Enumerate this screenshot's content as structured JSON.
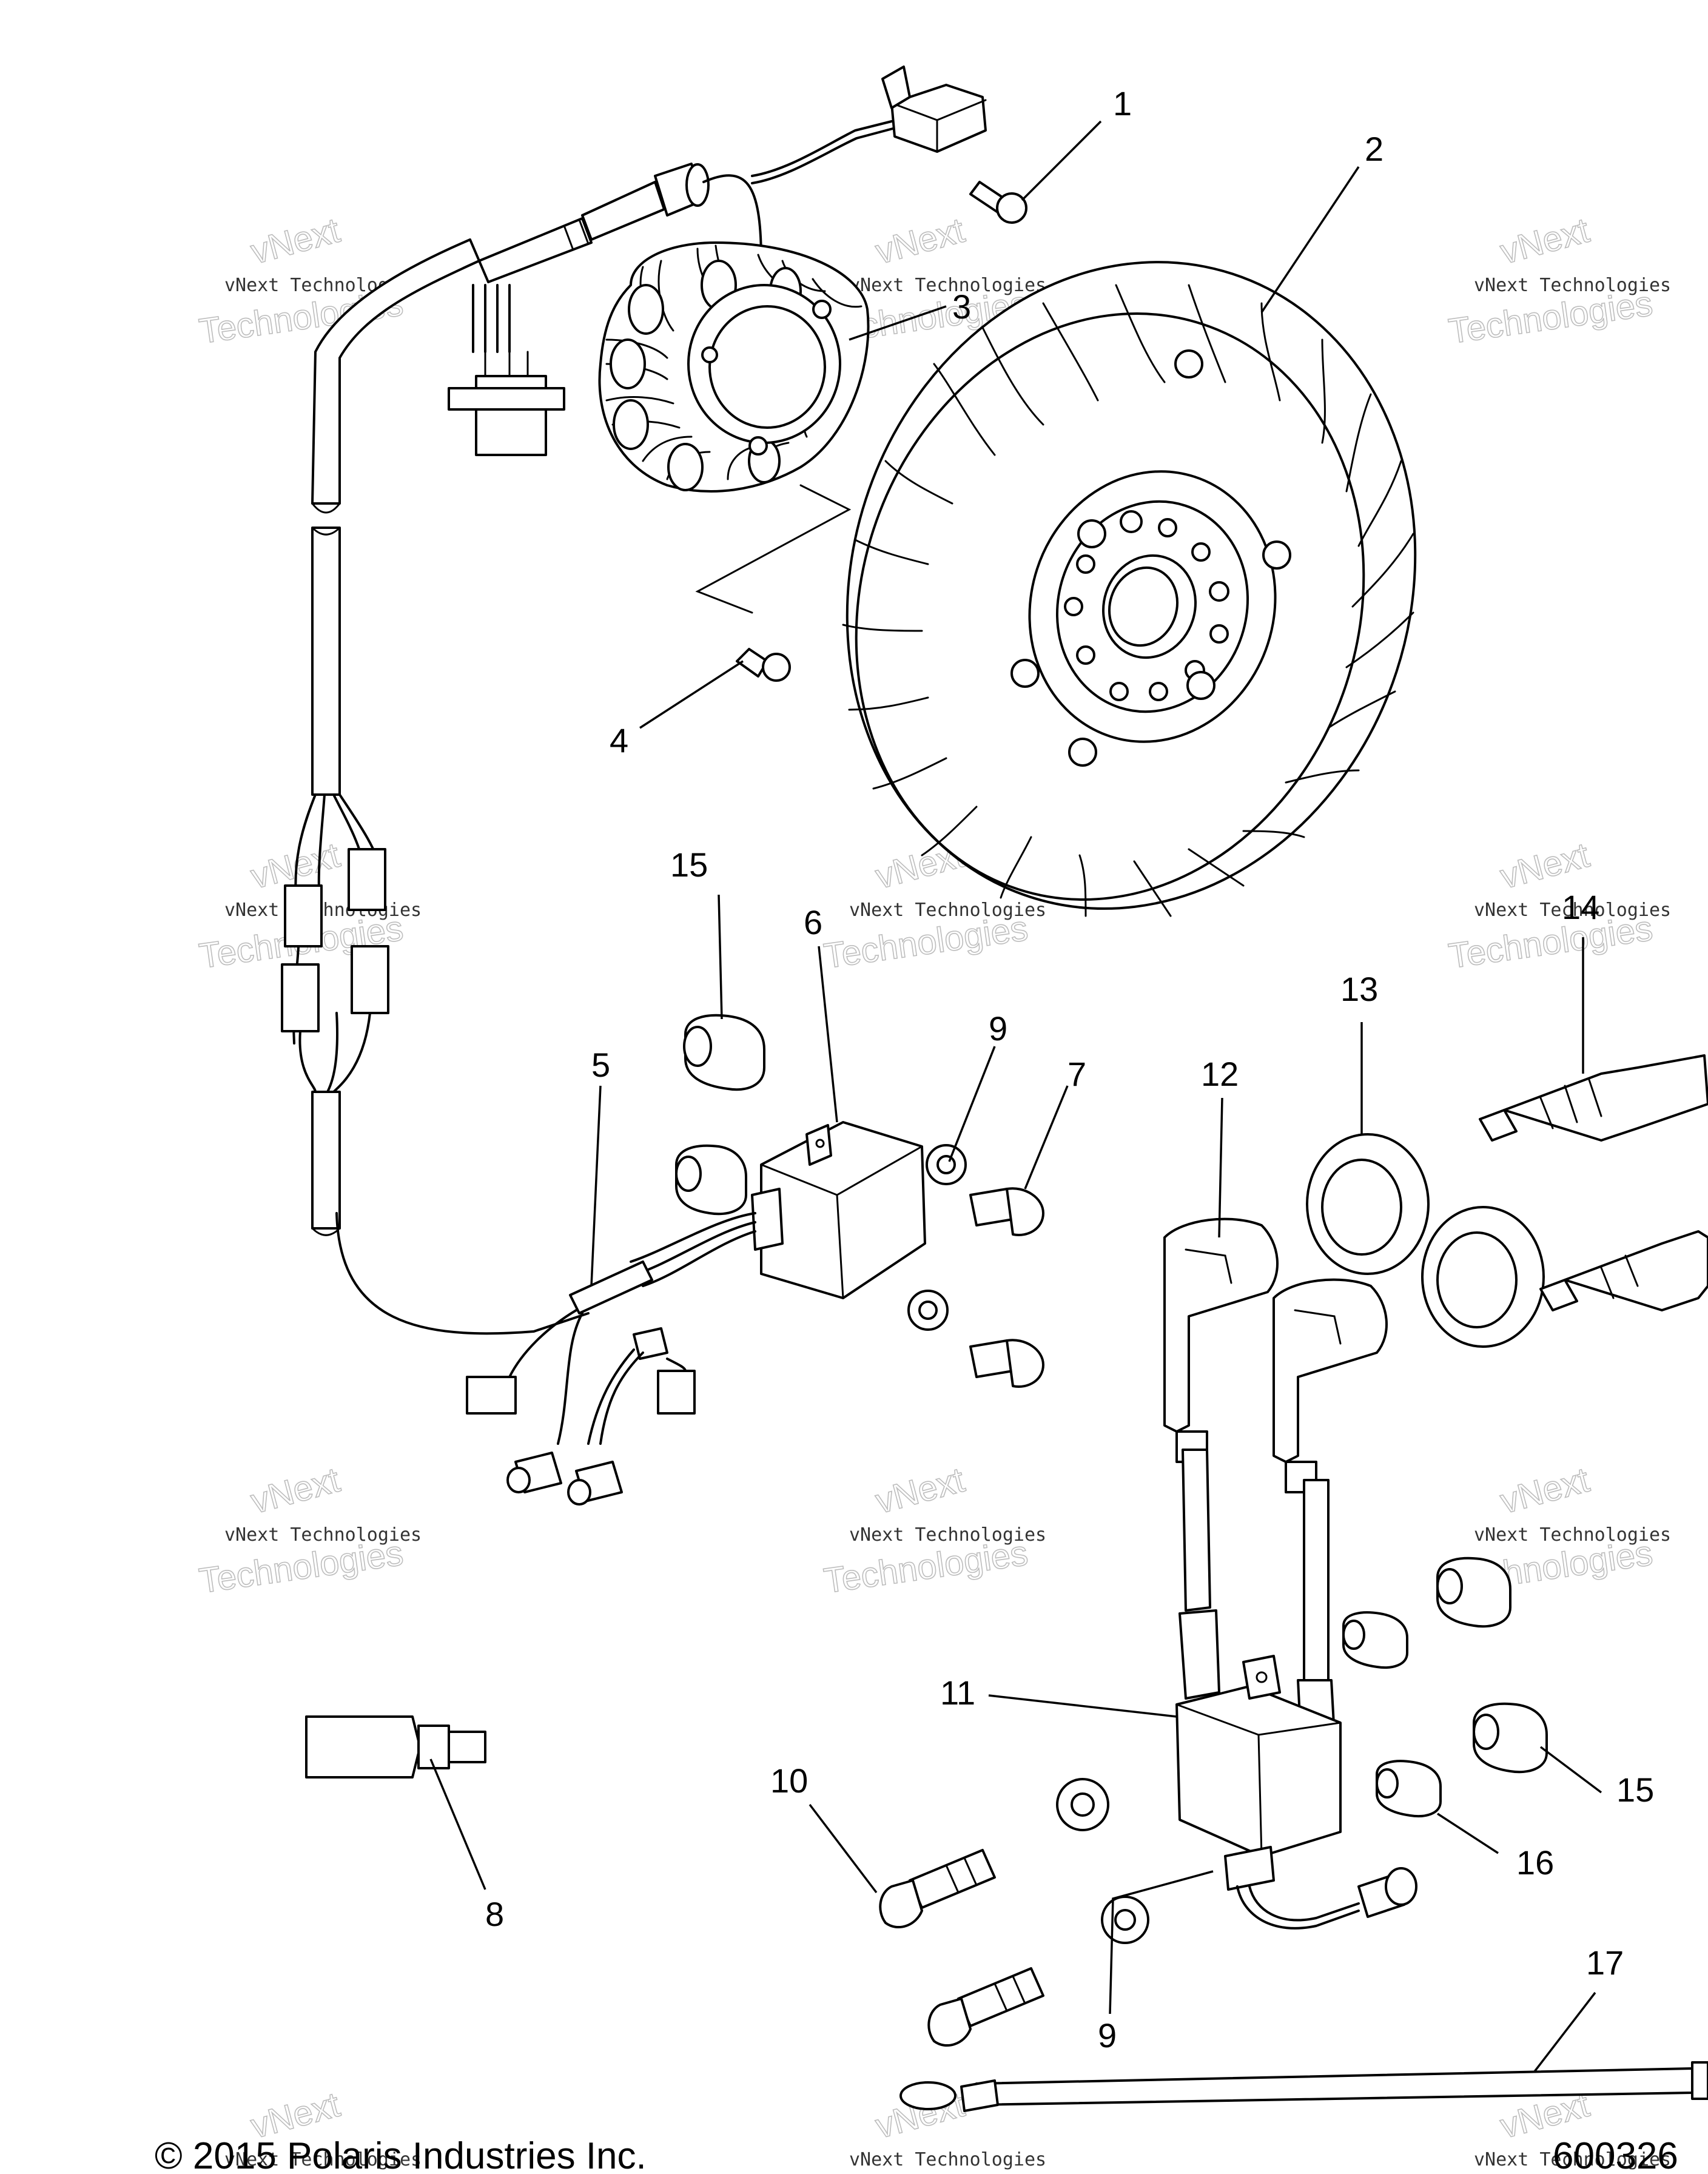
{
  "callouts": [
    "1",
    "2",
    "3",
    "4",
    "5",
    "6",
    "7",
    "8",
    "9",
    "9",
    "10",
    "11",
    "12",
    "13",
    "14",
    "15",
    "15",
    "16",
    "17"
  ],
  "watermark": {
    "line1": "vNext Technologies",
    "line2": "vNext",
    "line3": "Technologies"
  },
  "footer": {
    "copyright": "© 2015 Polaris Industries Inc.",
    "figure_number": "600326"
  }
}
